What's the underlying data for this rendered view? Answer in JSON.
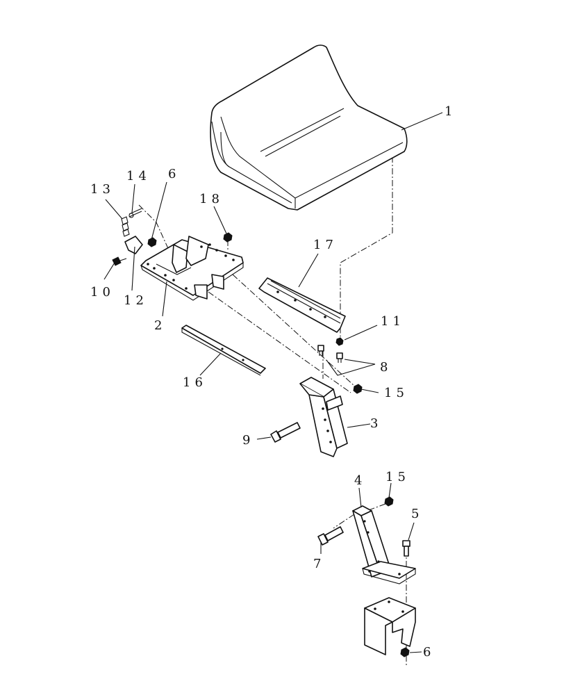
{
  "labels": {
    "seat": "1",
    "mount_plate": "2",
    "upper_post": "3",
    "lower_post": "4",
    "bolt_5": "5",
    "nut_6_upper": "6",
    "nut_6_lower": "6",
    "bolt_7": "7",
    "bolts_8": "8",
    "bolt_9": "9",
    "screw_10": "10",
    "nut_11": "11",
    "bracket_12": "12",
    "spring_13": "13",
    "pin_14": "14",
    "nut_15_upper": "15",
    "nut_15_lower": "15",
    "slide_rail_16": "16",
    "slide_rail_17": "17",
    "nut_18": "18"
  }
}
